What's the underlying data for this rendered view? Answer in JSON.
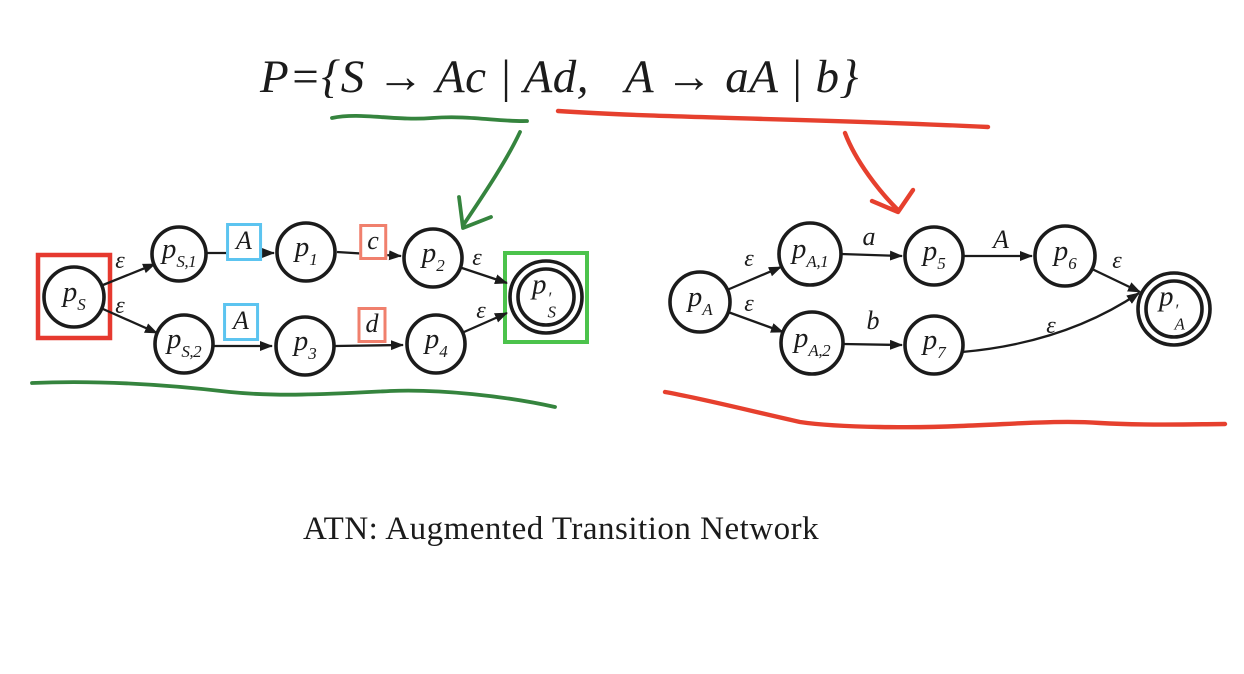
{
  "formula": {
    "text": "P={S → Ac | Ad,   A → aA | b}"
  },
  "caption": "ATN: Augmented Transition Network",
  "colors": {
    "ink": "#1b1b1b",
    "annotation_green": "#35843e",
    "annotation_red": "#e6402e",
    "box_red": "#e6392f",
    "box_green": "#4cc34c",
    "box_blue": "#5cc4f0",
    "box_salmon": "#f0806d"
  },
  "left_atn": {
    "nodes": {
      "pS": {
        "main": "p",
        "sup": "",
        "sub": "S"
      },
      "pS1": {
        "main": "p",
        "sup": "",
        "sub": "S,1"
      },
      "p1": {
        "main": "p",
        "sup": "",
        "sub": "1"
      },
      "p2": {
        "main": "p",
        "sup": "",
        "sub": "2"
      },
      "pSf": {
        "main": "p",
        "sup": "′",
        "sub": "S"
      },
      "pS2": {
        "main": "p",
        "sup": "",
        "sub": "S,2"
      },
      "p3": {
        "main": "p",
        "sup": "",
        "sub": "3"
      },
      "p4": {
        "main": "p",
        "sup": "",
        "sub": "4"
      }
    },
    "edge_labels": {
      "eps_top": "ε",
      "eps_bottom": "ε",
      "A_top": "A",
      "c": "c",
      "eps_p2": "ε",
      "A_bottom": "A",
      "d": "d",
      "eps_p4": "ε"
    }
  },
  "right_atn": {
    "nodes": {
      "pA": {
        "main": "p",
        "sup": "",
        "sub": "A"
      },
      "pA1": {
        "main": "p",
        "sup": "",
        "sub": "A,1"
      },
      "p5": {
        "main": "p",
        "sup": "",
        "sub": "5"
      },
      "p6": {
        "main": "p",
        "sup": "",
        "sub": "6"
      },
      "pAf": {
        "main": "p",
        "sup": "′",
        "sub": "A"
      },
      "pA2": {
        "main": "p",
        "sup": "",
        "sub": "A,2"
      },
      "p7": {
        "main": "p",
        "sup": "",
        "sub": "7"
      }
    },
    "edge_labels": {
      "eps_top": "ε",
      "eps_bottom": "ε",
      "a": "a",
      "A": "A",
      "eps_p6": "ε",
      "b": "b",
      "eps_p7": "ε"
    }
  }
}
